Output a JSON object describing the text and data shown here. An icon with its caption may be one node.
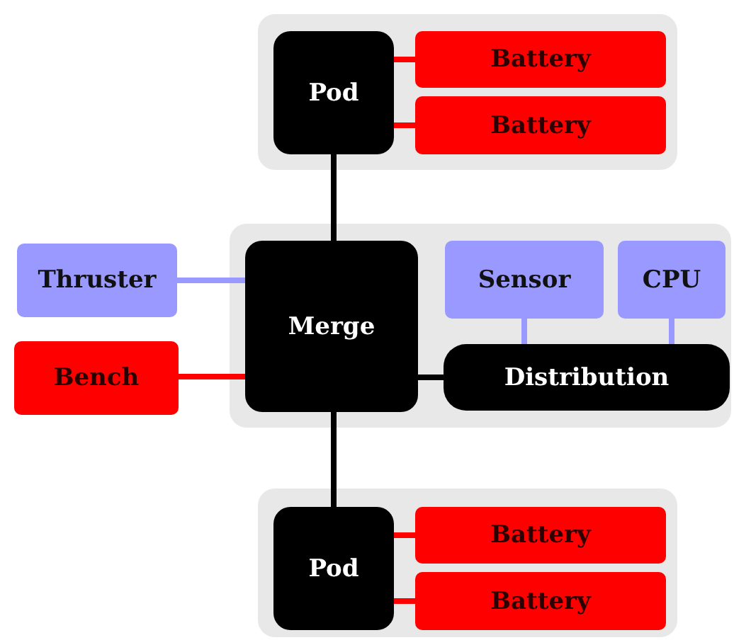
{
  "diagram": {
    "nodes": [
      {
        "text": [],
        "shape": "box"
      },
      {
        "text": [
          "Pod"
        ],
        "in": 0
      },
      {
        "text": [
          "Battery"
        ],
        "in": 0
      },
      {
        "text": [
          "Battery"
        ],
        "in": 0
      },
      {
        "text": [],
        "shape": "box"
      },
      {
        "text": [
          "Thruster"
        ]
      },
      {
        "text": [
          "Bench"
        ]
      },
      {
        "text": [
          "Merge"
        ],
        "in": 4
      },
      {
        "text": [
          "Sensor"
        ],
        "in": 4
      },
      {
        "text": [
          "CPU"
        ],
        "in": 4
      },
      {
        "text": [
          "Distribution"
        ],
        "in": 4
      },
      {
        "text": [],
        "shape": "box"
      },
      {
        "text": [
          "Pod"
        ],
        "in": 11
      },
      {
        "text": [
          "Battery"
        ],
        "in": 11
      },
      {
        "text": [
          "Battery"
        ],
        "in": 11
      }
    ],
    "edges": [
      {
        "from": 1,
        "to": 2,
        "arrow": "none",
        "color": "#ff0000"
      },
      {
        "from": 1,
        "to": 3,
        "arrow": "none",
        "color": "#ff0000"
      },
      {
        "from": 1,
        "to": 7,
        "arrow": "none",
        "color": "#000000"
      },
      {
        "from": 5,
        "to": 7,
        "arrow": "none",
        "color": "#9999ff"
      },
      {
        "from": 6,
        "to": 7,
        "arrow": "none",
        "color": "#ff0000"
      },
      {
        "from": 7,
        "to": 10,
        "arrow": "none",
        "color": "#000000"
      },
      {
        "from": 8,
        "to": 10,
        "arrow": "none",
        "color": "#9999ff"
      },
      {
        "from": 9,
        "to": 10,
        "arrow": "none",
        "color": "#9999ff"
      },
      {
        "from": 7,
        "to": 12,
        "arrow": "none",
        "color": "#000000"
      },
      {
        "from": 12,
        "to": 13,
        "arrow": "none",
        "color": "#ff0000"
      },
      {
        "from": 12,
        "to": 14,
        "arrow": "none",
        "color": "#ff0000"
      }
    ]
  }
}
